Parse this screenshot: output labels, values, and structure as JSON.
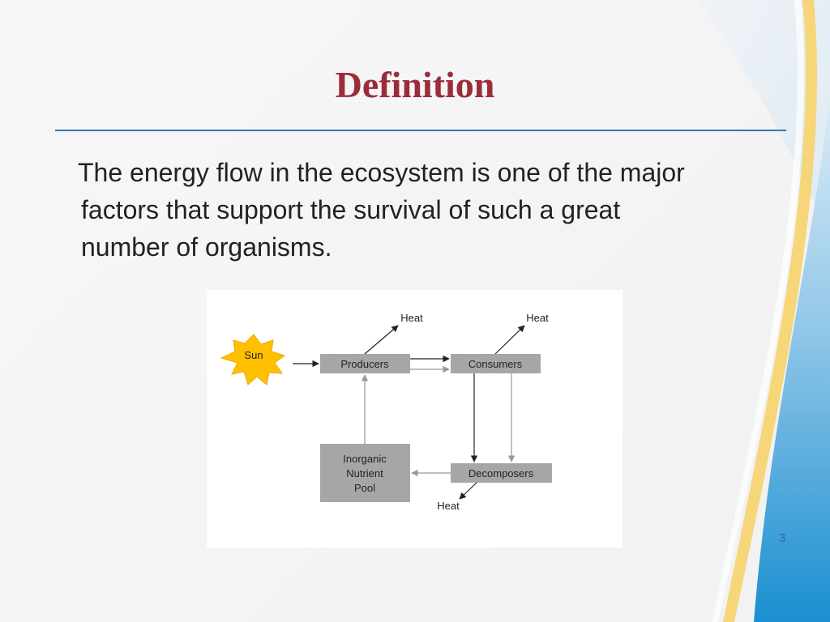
{
  "slide": {
    "title": "Definition",
    "body_lines": [
      "The energy flow in the ecosystem is one of the major",
      "factors that support the survival of such a great",
      "number of organisms."
    ],
    "page_number": "3"
  },
  "diagram": {
    "nodes": {
      "sun": "Sun",
      "producers": "Producers",
      "consumers": "Consumers",
      "decomposers": "Decomposers",
      "inorganic_pool": [
        "Inorganic",
        "Nutrient",
        "Pool"
      ]
    },
    "heat_labels": [
      "Heat",
      "Heat",
      "Heat"
    ]
  },
  "colors": {
    "title": "#9b2d3a",
    "rule": "#3d73b0",
    "box_fill": "#a6a6a6",
    "sun_fill": "#ffc000",
    "page_number": "#2f66b5"
  }
}
